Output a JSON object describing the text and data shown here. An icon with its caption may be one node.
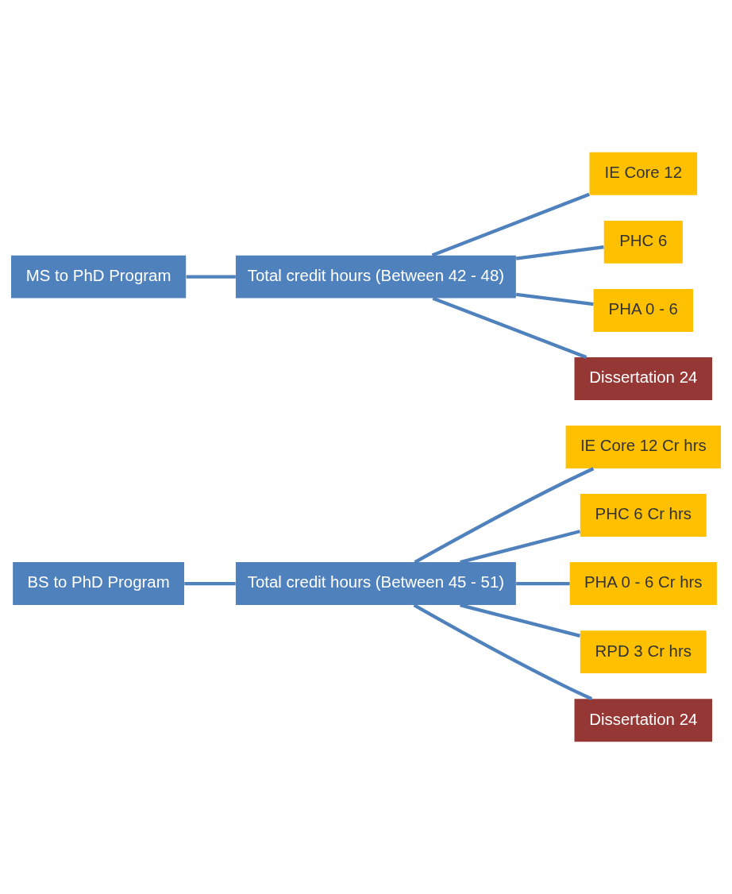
{
  "diagram": {
    "nodes": [
      {
        "text": [
          "BS to PhD Program"
        ]
      },
      {
        "text": [
          "Total credit hours (Between 45 - 51)"
        ]
      },
      {
        "text": [
          "IE Core 12 Cr hrs"
        ]
      },
      {
        "text": [
          "PHC 6 Cr hrs"
        ]
      },
      {
        "text": [
          "PHA 0 - 6 Cr hrs"
        ]
      },
      {
        "text": [
          "RPD 3 Cr hrs"
        ]
      },
      {
        "text": [
          "Dissertation 24"
        ]
      },
      {
        "text": [
          "MS to PhD Program"
        ]
      },
      {
        "text": [
          "Total credit hours (Between 42 - 48)"
        ]
      },
      {
        "text": [
          "IE Core 12"
        ]
      },
      {
        "text": [
          "PHC 6"
        ]
      },
      {
        "text": [
          "PHA 0 - 6"
        ]
      },
      {
        "text": [
          "Dissertation 24"
        ]
      }
    ],
    "edges": [
      {
        "from": 0,
        "to": 1,
        "arrow": "none"
      },
      {
        "from": 1,
        "to": 2,
        "arrow": "none"
      },
      {
        "from": 1,
        "to": 3,
        "arrow": "none"
      },
      {
        "from": 1,
        "to": 4,
        "arrow": "none"
      },
      {
        "from": 1,
        "to": 5,
        "arrow": "none"
      },
      {
        "from": 1,
        "to": 6,
        "arrow": "none"
      },
      {
        "from": 7,
        "to": 8,
        "arrow": "none"
      },
      {
        "from": 8,
        "to": 9,
        "arrow": "none"
      },
      {
        "from": 8,
        "to": 10,
        "arrow": "none"
      },
      {
        "from": 8,
        "to": 11,
        "arrow": "none"
      },
      {
        "from": 8,
        "to": 12,
        "arrow": "none"
      }
    ]
  }
}
